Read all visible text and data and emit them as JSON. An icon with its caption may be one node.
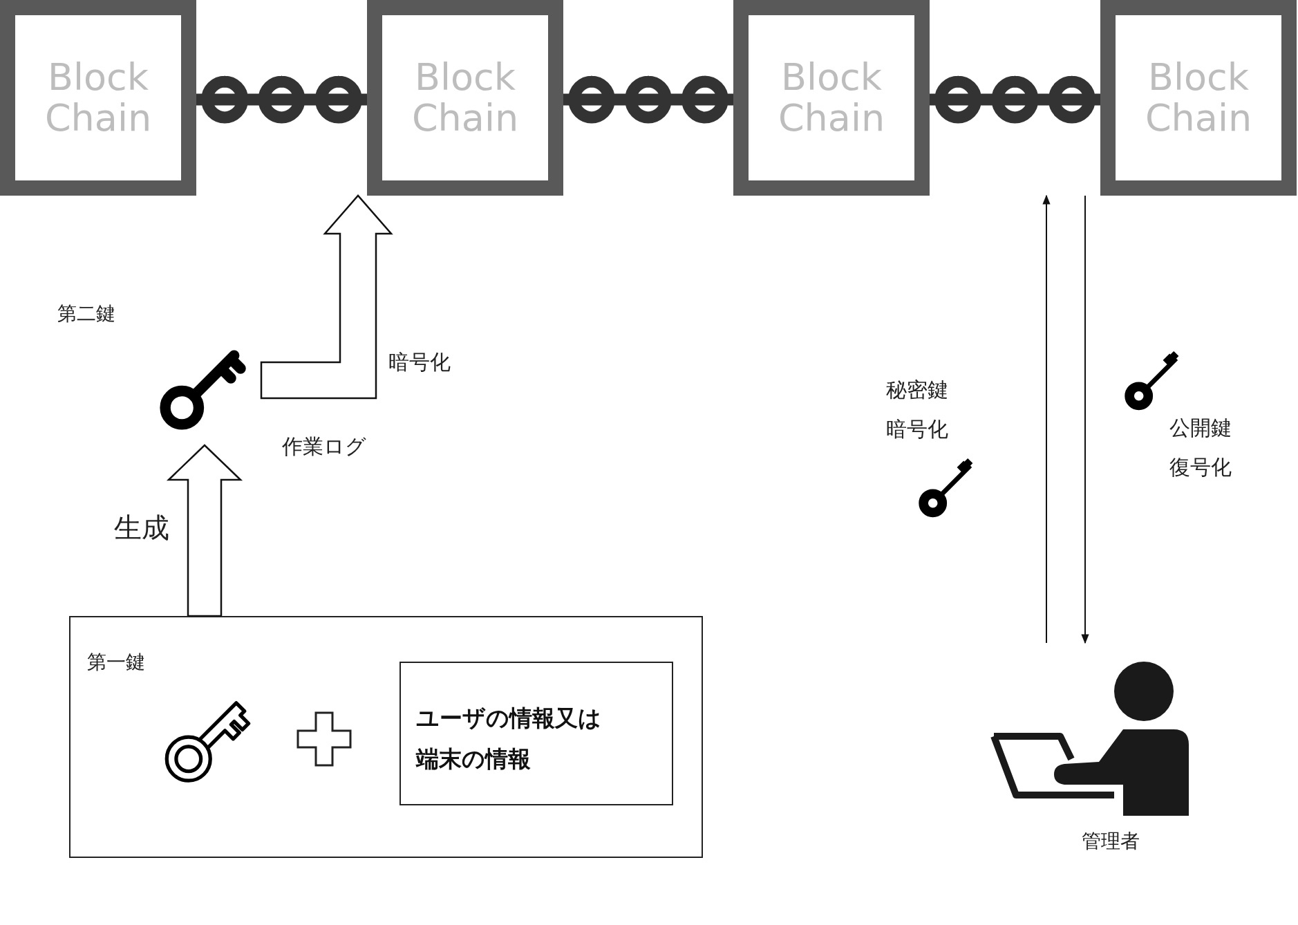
{
  "diagram": {
    "nodes": [
      {
        "text": [
          "Block Chain"
        ]
      },
      {
        "text": [
          "Block Chain"
        ]
      },
      {
        "text": [
          "Block Chain"
        ]
      },
      {
        "text": [
          "Block Chain"
        ]
      },
      {
        "text": [
          "第二鍵"
        ]
      },
      {
        "text": [
          "第一鍵"
        ]
      },
      {
        "text": [
          "ユーザの情報又は端末の情報"
        ],
        "in": 5
      },
      {
        "text": [
          "管理者"
        ]
      }
    ],
    "edges": [
      {
        "from": 0,
        "to": 1,
        "arrow": "none"
      },
      {
        "from": 1,
        "to": 2,
        "arrow": "none"
      },
      {
        "from": 2,
        "to": 3,
        "arrow": "none"
      },
      {
        "from": 5,
        "to": 4,
        "arrow": "to",
        "label": "生成",
        "style": "thick"
      },
      {
        "from": 4,
        "to": 1,
        "arrow": "to",
        "label": "暗号化",
        "style": "thick"
      },
      {
        "from": 7,
        "to": 3,
        "arrow": "to",
        "label": "秘密鍵暗号化"
      },
      {
        "from": 3,
        "to": 7,
        "arrow": "to",
        "label": "公開鍵復号化"
      }
    ],
    "labels": [
      "作業ログ"
    ]
  }
}
